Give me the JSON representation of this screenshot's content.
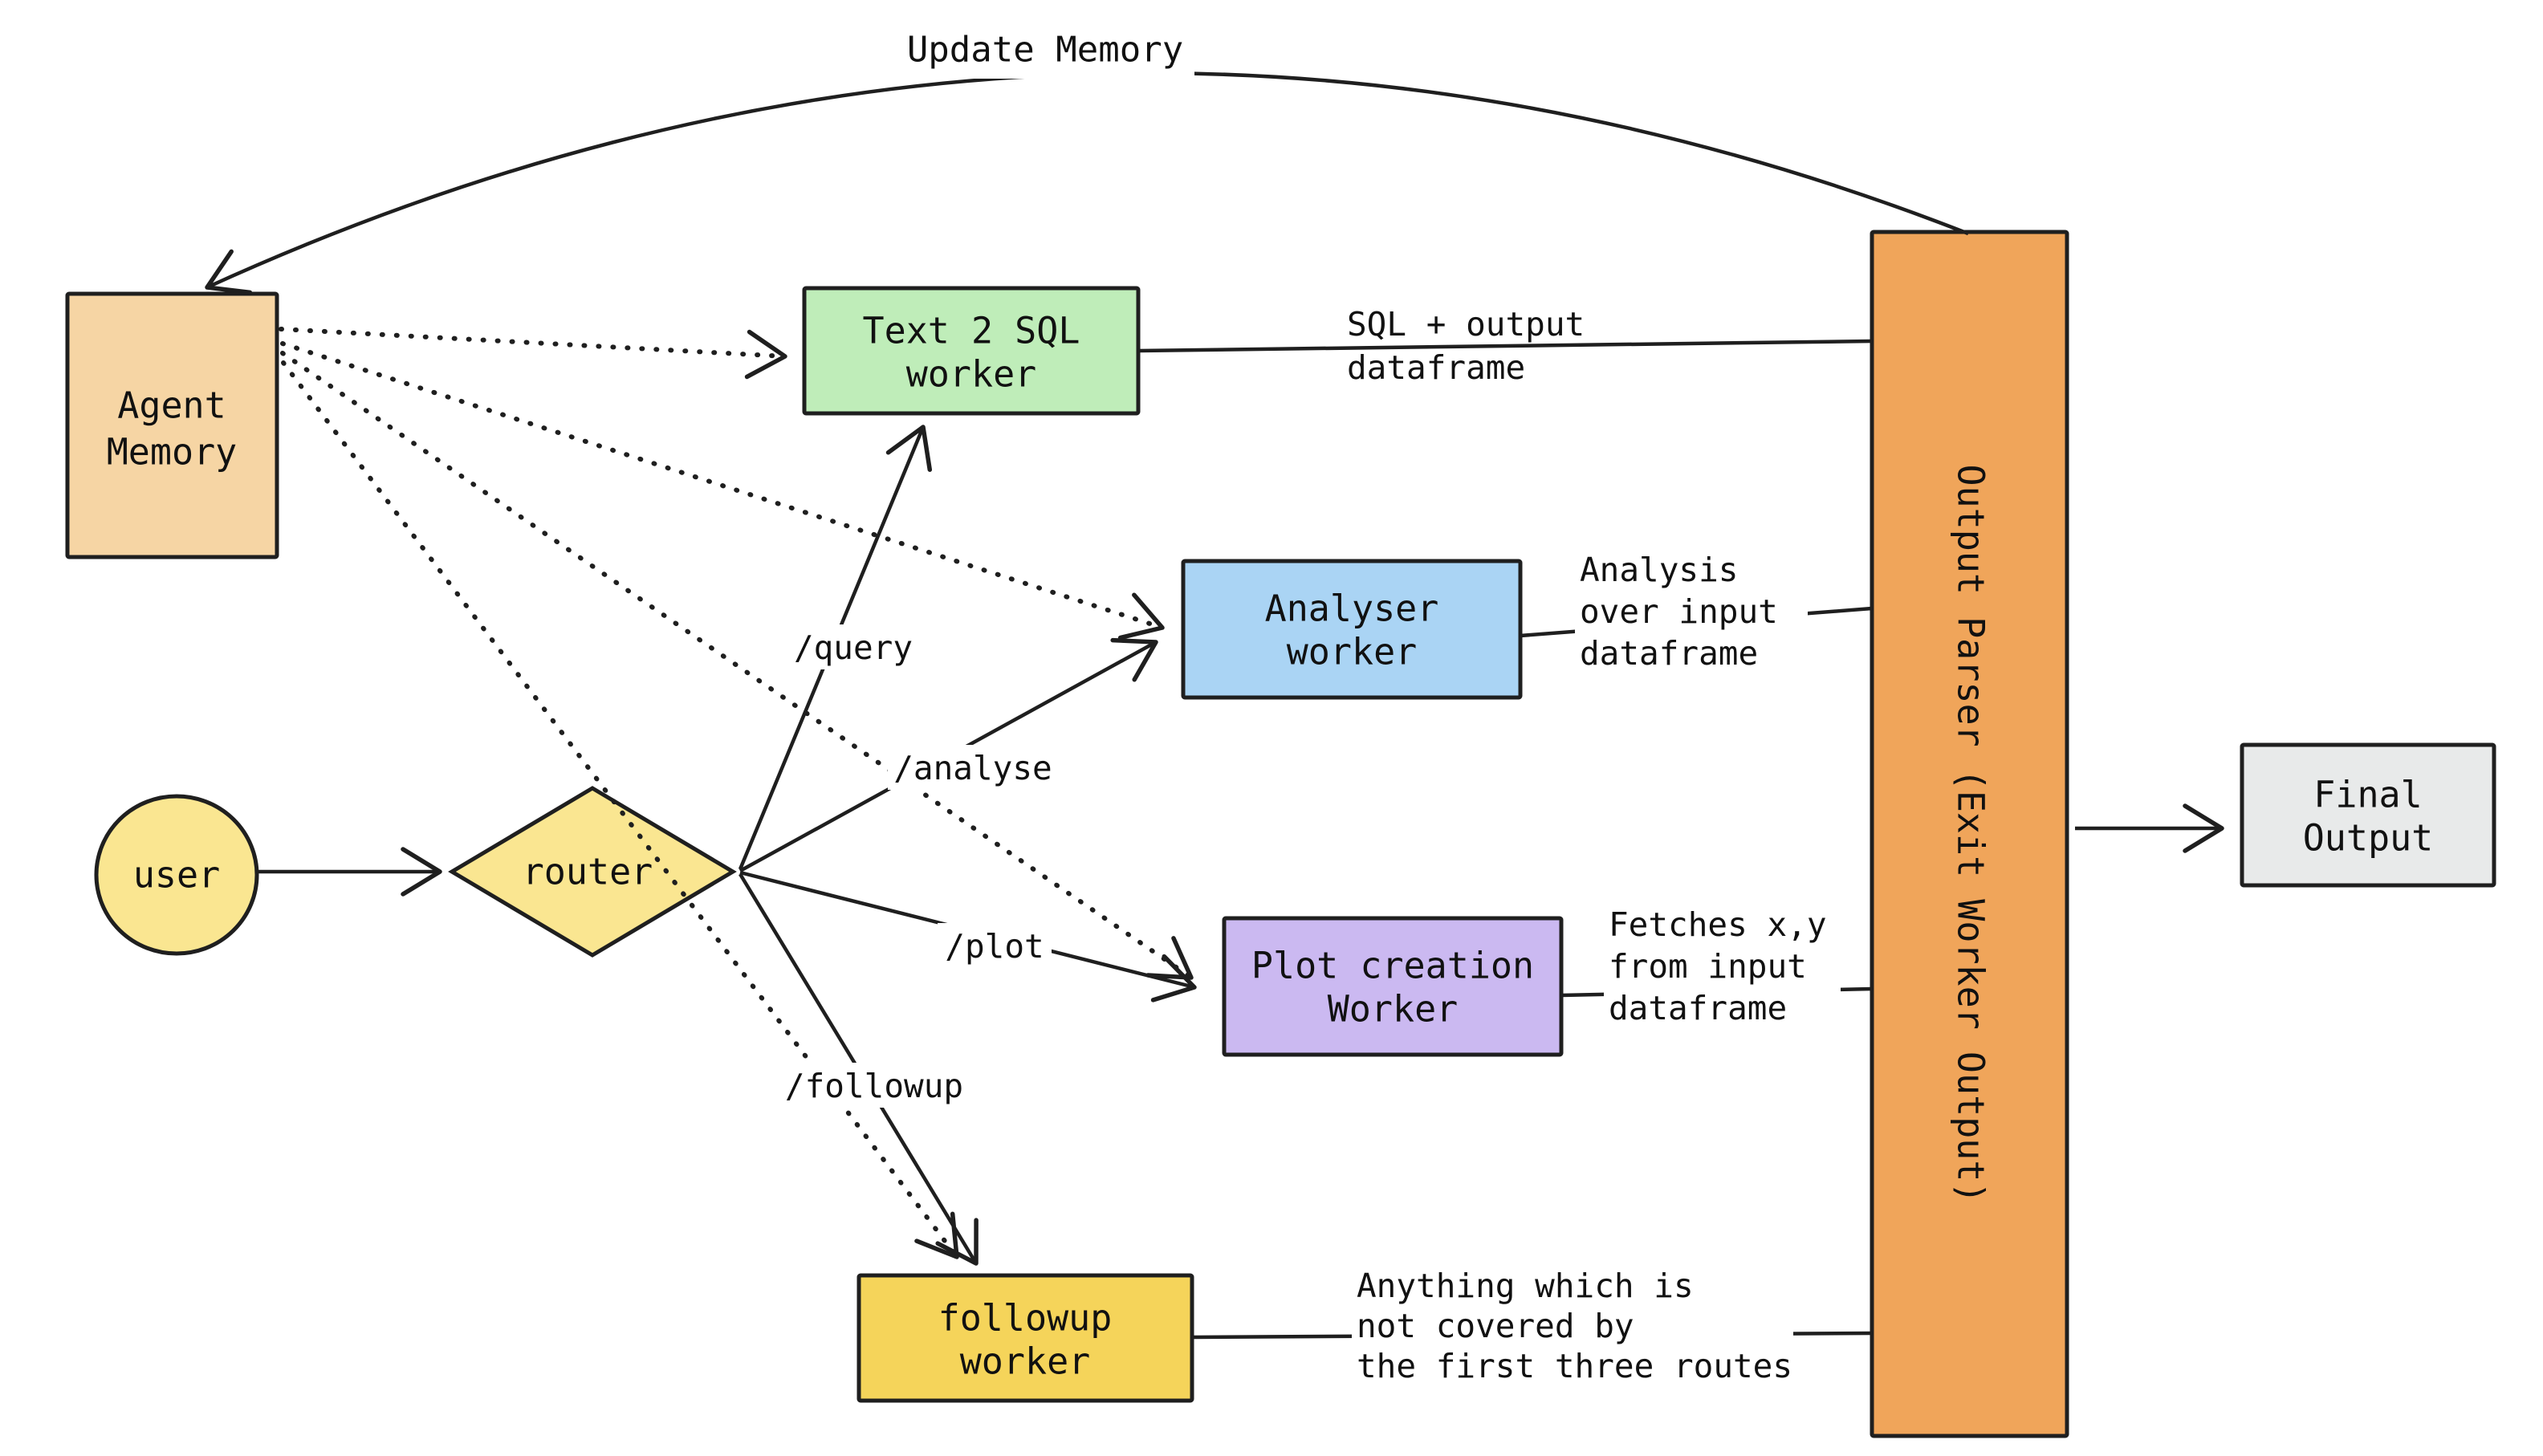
{
  "diagram": {
    "background": "#ffffff",
    "stroke_color": "#1f1f1f",
    "text_color": "#111111",
    "nodes": {
      "agent_memory": {
        "line1": "Agent",
        "line2": "Memory",
        "fill": "#f6d5a4"
      },
      "user": {
        "label": "user",
        "fill": "#fae691"
      },
      "router": {
        "label": "router",
        "fill": "#fae691"
      },
      "text2sql_worker": {
        "line1": "Text 2 SQL",
        "line2": "worker",
        "fill": "#bfedb9"
      },
      "analyser_worker": {
        "line1": "Analyser",
        "line2": "worker",
        "fill": "#aad4f4"
      },
      "plot_worker": {
        "line1": "Plot creation",
        "line2": "Worker",
        "fill": "#cbb9f1"
      },
      "followup_worker": {
        "line1": "followup",
        "line2": "worker",
        "fill": "#f5d45a"
      },
      "output_parser": {
        "label": "Output Parser (Exit Worker Output)",
        "fill": "#f0a55a"
      },
      "final_output": {
        "line1": "Final",
        "line2": "Output",
        "fill": "#e8eaea"
      }
    },
    "edge_labels": {
      "update_memory": "Update Memory",
      "route_query": "/query",
      "route_analyse": "/analyse",
      "route_plot": "/plot",
      "route_followup": "/followup",
      "sql_output": {
        "line1": "SQL + output",
        "line2": "dataframe"
      },
      "analysis": {
        "line1": "Analysis",
        "line2": "over input",
        "line3": "dataframe"
      },
      "fetches": {
        "line1": "Fetches x,y",
        "line2": "from input",
        "line3": "dataframe"
      },
      "fallback": {
        "line1": "Anything which is",
        "line2": "not covered by",
        "line3": "the first three routes"
      }
    }
  }
}
